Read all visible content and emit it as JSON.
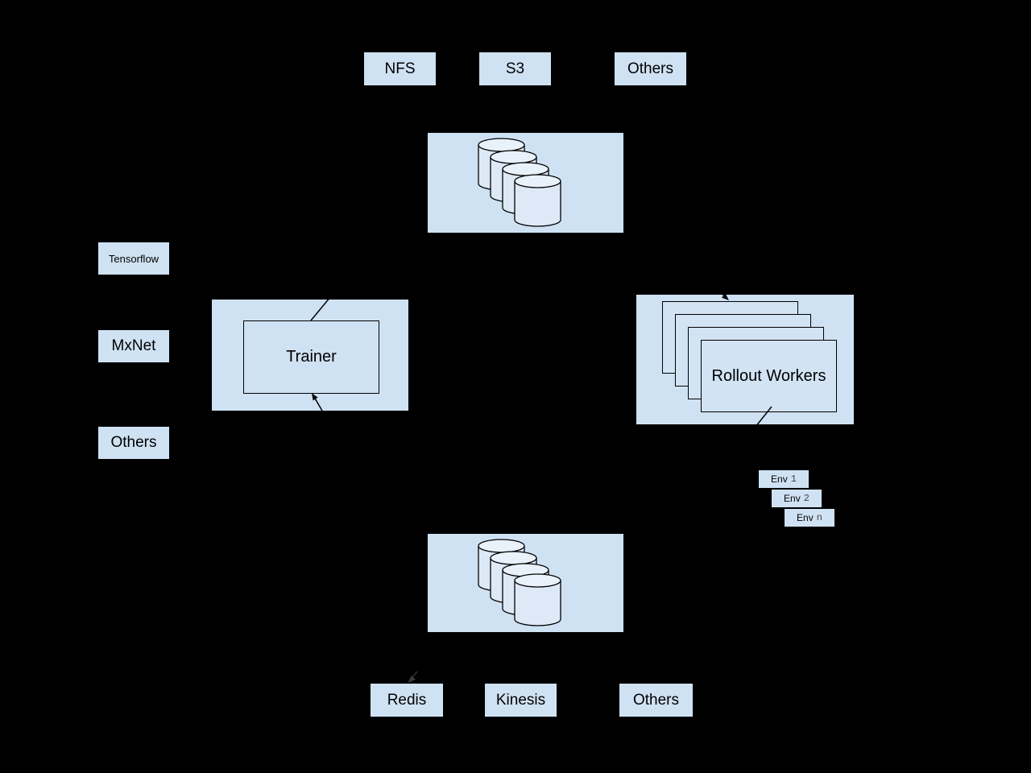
{
  "diagram": {
    "background": "#000000",
    "box_fill": "#cfe2f3",
    "box_border": "#000000",
    "cylinder_fill": "#dee9f7",
    "cylinder_top_fill": "#e9f1fb",
    "top_row": {
      "items": [
        {
          "label": "NFS"
        },
        {
          "label": "S3"
        },
        {
          "label": "Others"
        }
      ]
    },
    "model_storage": {
      "cylinder_count": 4
    },
    "frameworks": {
      "items": [
        {
          "label": "Tensorflow"
        },
        {
          "label": "MxNet"
        },
        {
          "label": "Others"
        }
      ]
    },
    "trainer": {
      "label": "Trainer"
    },
    "rollout_workers": {
      "label": "Rollout Workers",
      "stacked_count": 4
    },
    "envs": {
      "items": [
        {
          "prefix": "Env",
          "id": "1"
        },
        {
          "prefix": "Env",
          "id": "2"
        },
        {
          "prefix": "Env",
          "id": "n"
        }
      ]
    },
    "experience_storage": {
      "cylinder_count": 4
    },
    "bottom_row": {
      "items": [
        {
          "label": "Redis"
        },
        {
          "label": "Kinesis"
        },
        {
          "label": "Others"
        }
      ]
    }
  }
}
